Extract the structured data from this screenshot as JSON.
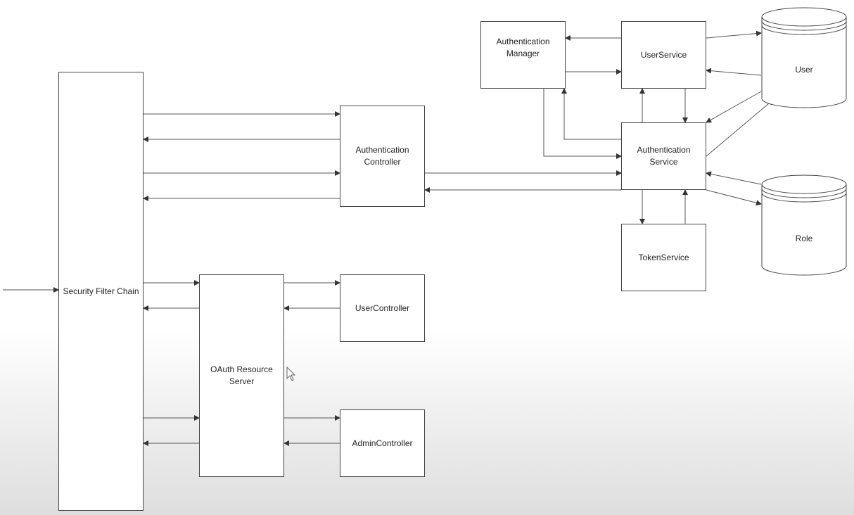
{
  "diagram": {
    "nodes": {
      "security_filter_chain": "Security Filter Chain",
      "authentication_controller": "Authentication\nController",
      "oauth_resource_server": "OAuth Resource\nServer",
      "user_controller": "UserController",
      "admin_controller": "AdminController",
      "authentication_manager": "Authentication\nManager",
      "user_service": "UserService",
      "authentication_service": "Authentication\nService",
      "token_service": "TokenService",
      "user_db": "User",
      "role_db": "Role"
    }
  },
  "colors": {
    "line": "#444444",
    "box_fill": "#ffffff",
    "background_bottom": "#dedede"
  }
}
